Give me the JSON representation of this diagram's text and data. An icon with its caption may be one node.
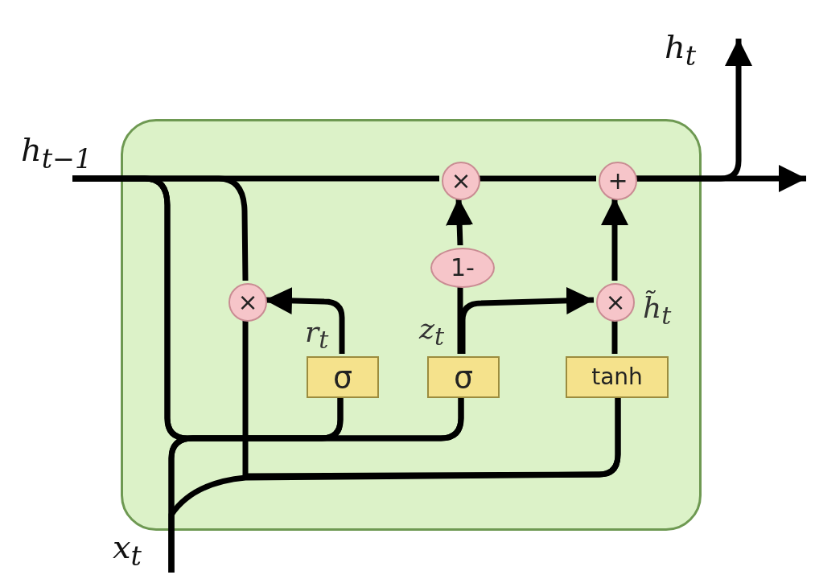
{
  "diagram": {
    "nodes": [
      {
        "text": [],
        "shape": "box"
      },
      {
        "text": [
          "h$_{t−1}$"
        ]
      },
      {
        "text": [
          "x$_{t}$"
        ]
      },
      {
        "text": [
          "h$_{t}$"
        ]
      },
      {
        "text": [
          "×"
        ],
        "in": 0
      },
      {
        "text": [
          "×"
        ],
        "in": 0
      },
      {
        "text": [
          "+"
        ],
        "in": 0
      },
      {
        "text": [
          "1-"
        ],
        "in": 0
      },
      {
        "text": [
          "×"
        ],
        "in": 0,
        "beside": [
          "h̃$_{t}$"
        ]
      },
      {
        "text": [
          "σ"
        ],
        "in": 0,
        "beside": [
          "r$_{t}$"
        ]
      },
      {
        "text": [
          "σ"
        ],
        "in": 0,
        "beside": [
          "z$_{t}$"
        ]
      },
      {
        "text": [
          "tanh"
        ],
        "in": 0
      }
    ],
    "edges": [
      {
        "from": 1,
        "to": 5,
        "arrow": "none"
      },
      {
        "from": 5,
        "to": 6,
        "arrow": "none"
      },
      {
        "from": 6,
        "to": null,
        "arrow": "to"
      },
      {
        "from": 6,
        "to": 3,
        "arrow": "to"
      },
      {
        "from": 1,
        "to": 9,
        "arrow": "none"
      },
      {
        "from": 1,
        "to": 10,
        "arrow": "none"
      },
      {
        "from": 2,
        "to": 9,
        "arrow": "none"
      },
      {
        "from": 2,
        "to": 10,
        "arrow": "none"
      },
      {
        "from": 1,
        "to": 4,
        "arrow": "none"
      },
      {
        "from": 4,
        "to": 11,
        "arrow": "none"
      },
      {
        "from": 2,
        "to": 11,
        "arrow": "none"
      },
      {
        "from": 9,
        "to": 4,
        "arrow": "to"
      },
      {
        "from": 10,
        "to": 7,
        "arrow": "none"
      },
      {
        "from": 7,
        "to": 5,
        "arrow": "to"
      },
      {
        "from": 10,
        "to": 8,
        "arrow": "to"
      },
      {
        "from": 11,
        "to": 8,
        "arrow": "none"
      },
      {
        "from": 8,
        "to": 6,
        "arrow": "to"
      }
    ]
  }
}
